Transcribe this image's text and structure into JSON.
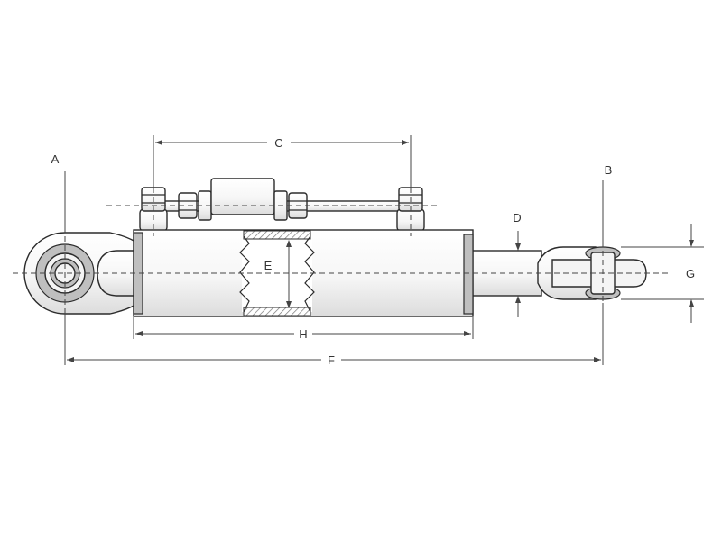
{
  "diagram": {
    "labels": {
      "A": "A",
      "B": "B",
      "C": "C",
      "D": "D",
      "E": "E",
      "F": "F",
      "G": "G",
      "H": "H"
    },
    "colors": {
      "outline": "#2b2b2b",
      "dimension": "#444444",
      "ring": "#bfbfbf",
      "metal_light": "#ffffff",
      "metal_dark": "#dcdcdc"
    }
  }
}
